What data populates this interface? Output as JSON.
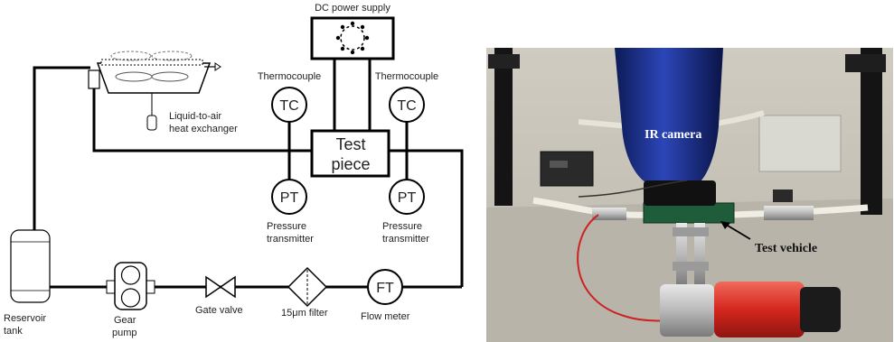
{
  "schematic": {
    "dc_power_supply": "DC power supply",
    "thermocouple_left": "Thermocouple",
    "thermocouple_right": "Thermocouple",
    "tc_left": "TC",
    "tc_right": "TC",
    "pt_left": "PT",
    "pt_right": "PT",
    "test_piece_line1": "Test",
    "test_piece_line2": "piece",
    "pressure_left_line1": "Pressure",
    "pressure_left_line2": "transmitter",
    "pressure_right_line1": "Pressure",
    "pressure_right_line2": "transmitter",
    "hx_line1": "Liquid-to-air",
    "hx_line2": "heat exchanger",
    "reservoir_line1": "Reservoir",
    "reservoir_line2": "tank",
    "gear_pump_line1": "Gear",
    "gear_pump_line2": "pump",
    "gate_valve": "Gate valve",
    "filter": "15μm filter",
    "flow_meter": "Flow meter",
    "ft": "FT"
  },
  "photo": {
    "ir_camera": "IR camera",
    "test_vehicle": "Test vehicle"
  }
}
